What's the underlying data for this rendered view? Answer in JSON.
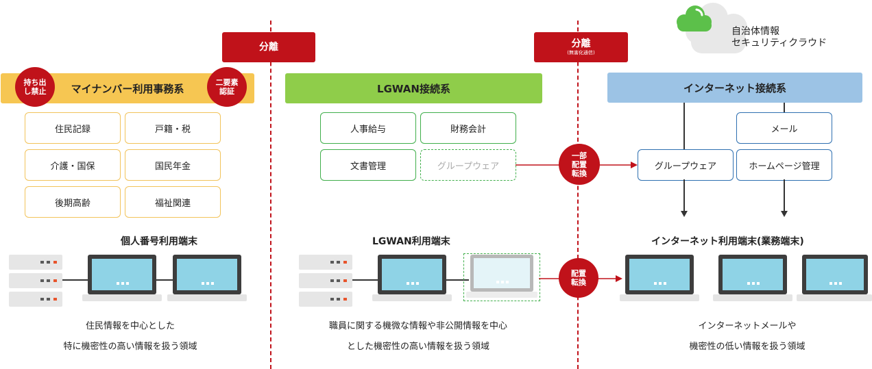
{
  "separators": [
    {
      "label": "分離",
      "sub": ""
    },
    {
      "label": "分離",
      "sub": "(無害化通信)"
    }
  ],
  "cloud": {
    "line1": "自治体情報",
    "line2": "セキュリティクラウド"
  },
  "sections": {
    "mynumber": {
      "header": "マイナンバー利用事務系",
      "badge_left": [
        "持ち出",
        "し禁止"
      ],
      "badge_right": [
        "二要素",
        "認証"
      ],
      "items": [
        "住民記録",
        "戸籍・税",
        "介護・国保",
        "国民年金",
        "後期高齢",
        "福祉関連"
      ],
      "terminal_title": "個人番号利用端末",
      "desc": [
        "住民情報を中心とした",
        "特に機密性の高い情報を扱う領域"
      ]
    },
    "lgwan": {
      "header": "LGWAN接続系",
      "items": [
        "人事給与",
        "財務会計",
        "文書管理",
        "グループウェア"
      ],
      "terminal_title": "LGWAN利用端末",
      "desc": [
        "職員に関する機微な情報や非公開情報を中心",
        "とした機密性の高い情報を扱う領域"
      ]
    },
    "internet": {
      "header": "インターネット接続系",
      "items": [
        "メール",
        "グループウェア",
        "ホームページ管理"
      ],
      "terminal_title": "インターネット利用端末(業務端末)",
      "desc": [
        "インターネットメールや",
        "機密性の低い情報を扱う領域"
      ]
    }
  },
  "transfer_badges": [
    {
      "lines": [
        "一部",
        "配置",
        "転換"
      ]
    },
    {
      "lines": [
        "配置",
        "転換"
      ]
    }
  ],
  "colors": {
    "red": "#c0121a",
    "yellow": "#f6c652",
    "green": "#8fcd4a",
    "blue": "#9cc3e5",
    "screen": "#8fd3e6"
  }
}
